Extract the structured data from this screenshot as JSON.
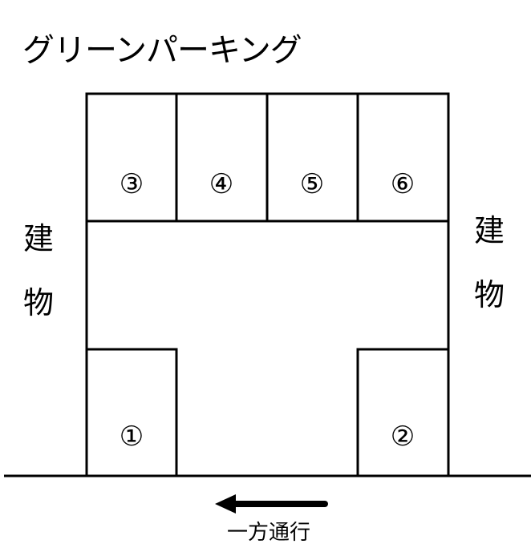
{
  "title": "グリーンパーキング",
  "building_left": "建\n物",
  "building_right": "建\n物",
  "spaces": {
    "s1": "①",
    "s2": "②",
    "s3": "③",
    "s4": "④",
    "s5": "⑤",
    "s6": "⑥"
  },
  "direction": "一方通行",
  "colors": {
    "line": "#000000",
    "background": "#ffffff"
  },
  "icons": {
    "arrow": "left-arrow-icon"
  }
}
